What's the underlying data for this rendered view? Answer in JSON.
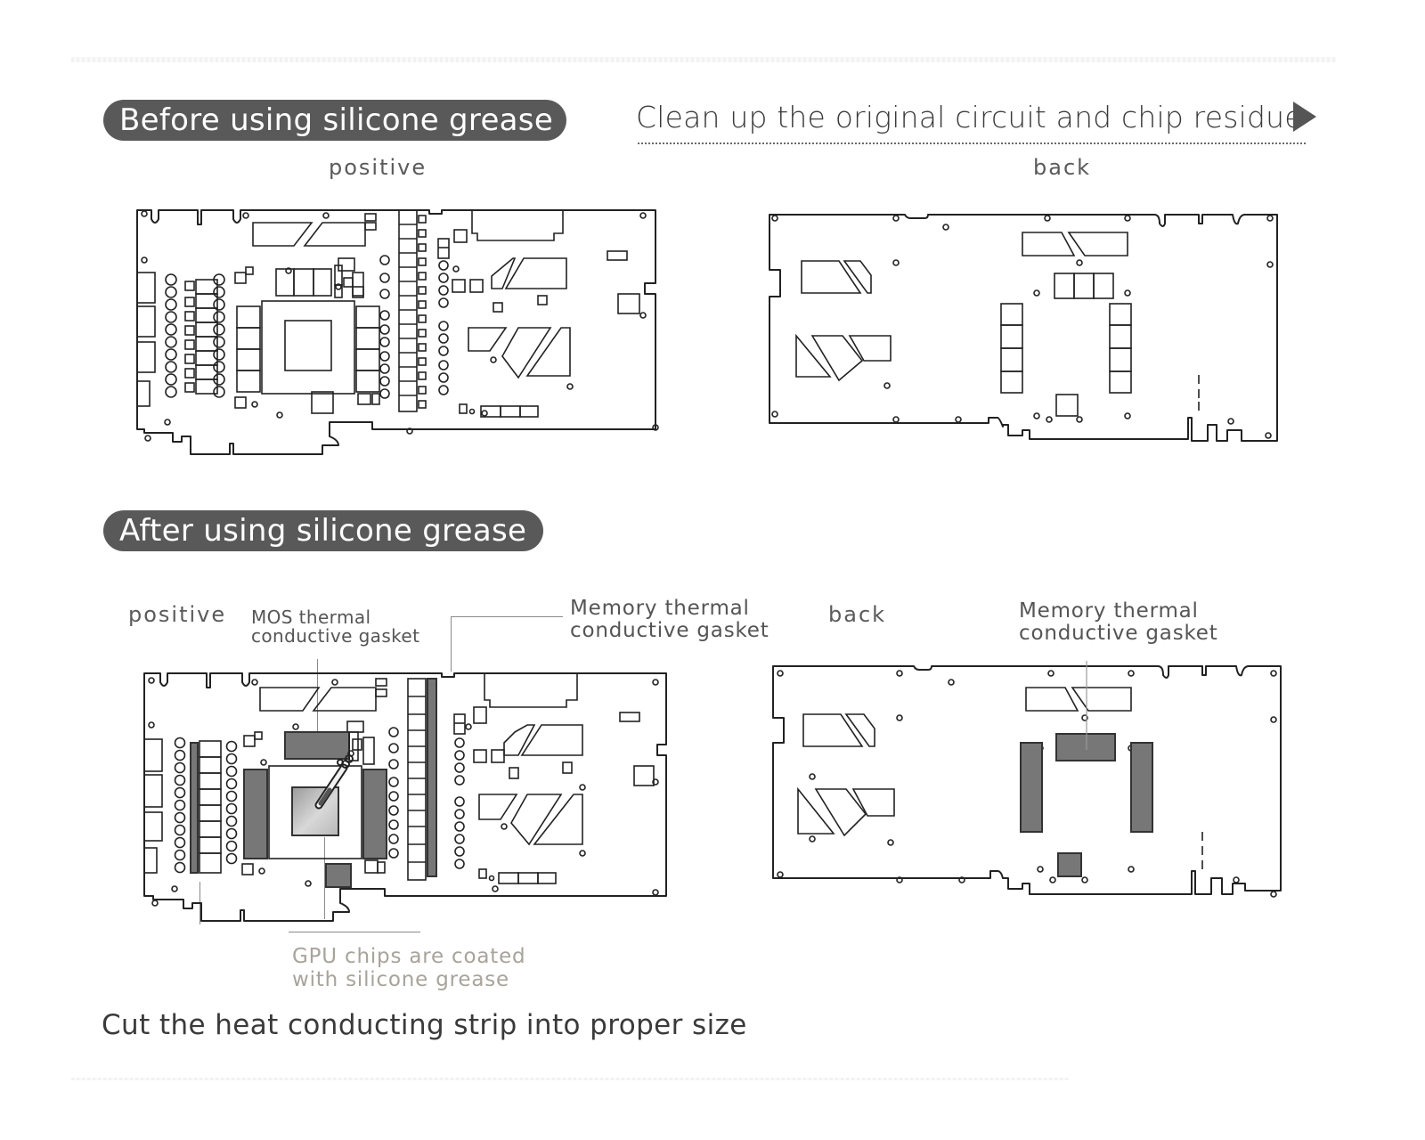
{
  "before_section": {
    "badge": "Before using silicone grease",
    "front_label": "positive",
    "back_label": "back"
  },
  "step": {
    "title": "Clean up the original circuit and chip residue",
    "arrow_icon": "play-triangle-icon"
  },
  "after_section": {
    "badge": "After using silicone grease",
    "front_label": "positive",
    "back_label": "back",
    "callouts": {
      "mos_gasket": [
        "MOS thermal",
        "conductive gasket"
      ],
      "memory_gasket_front": [
        "Memory thermal",
        "conductive gasket"
      ],
      "memory_gasket_back": [
        "Memory thermal",
        "conductive gasket"
      ],
      "gpu_grease": [
        "GPU chips are coated",
        "with silicone grease"
      ]
    }
  },
  "footer": {
    "instruction": "Cut the heat conducting strip into proper size"
  },
  "colors": {
    "badge_bg": "#595959",
    "badge_text": "#ffffff",
    "text": "#3a3a3a",
    "pad_fill": "#777777",
    "faint_callout": "#a8a39b"
  }
}
